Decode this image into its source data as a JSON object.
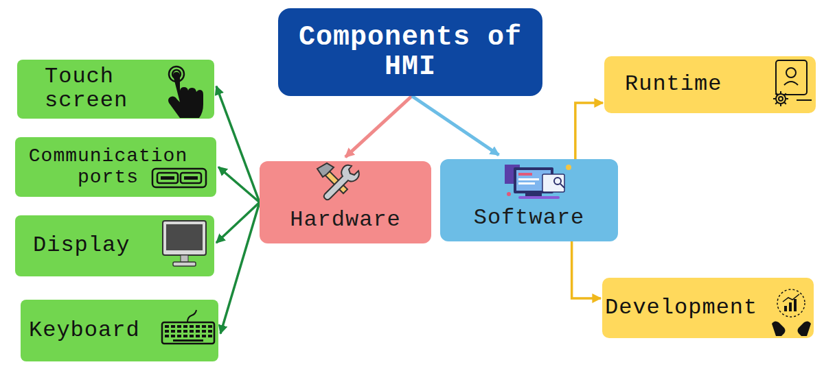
{
  "diagram": {
    "nodes": [
      {
        "text": [
          "Components of HMI"
        ]
      },
      {
        "text": [
          "Hardware"
        ]
      },
      {
        "text": [
          "Software"
        ]
      },
      {
        "text": [
          "Touch screen"
        ]
      },
      {
        "text": [
          "Communication ports"
        ]
      },
      {
        "text": [
          "Display"
        ]
      },
      {
        "text": [
          "Keyboard"
        ]
      },
      {
        "text": [
          "Runtime"
        ]
      },
      {
        "text": [
          "Development"
        ]
      }
    ],
    "edges": [
      {
        "from": 0,
        "to": 1,
        "arrow": "to"
      },
      {
        "from": 0,
        "to": 2,
        "arrow": "to"
      },
      {
        "from": 1,
        "to": 3,
        "arrow": "to"
      },
      {
        "from": 1,
        "to": 4,
        "arrow": "to"
      },
      {
        "from": 1,
        "to": 5,
        "arrow": "to"
      },
      {
        "from": 1,
        "to": 6,
        "arrow": "to"
      },
      {
        "from": 2,
        "to": 7,
        "arrow": "to"
      },
      {
        "from": 2,
        "to": 8,
        "arrow": "to"
      }
    ]
  }
}
